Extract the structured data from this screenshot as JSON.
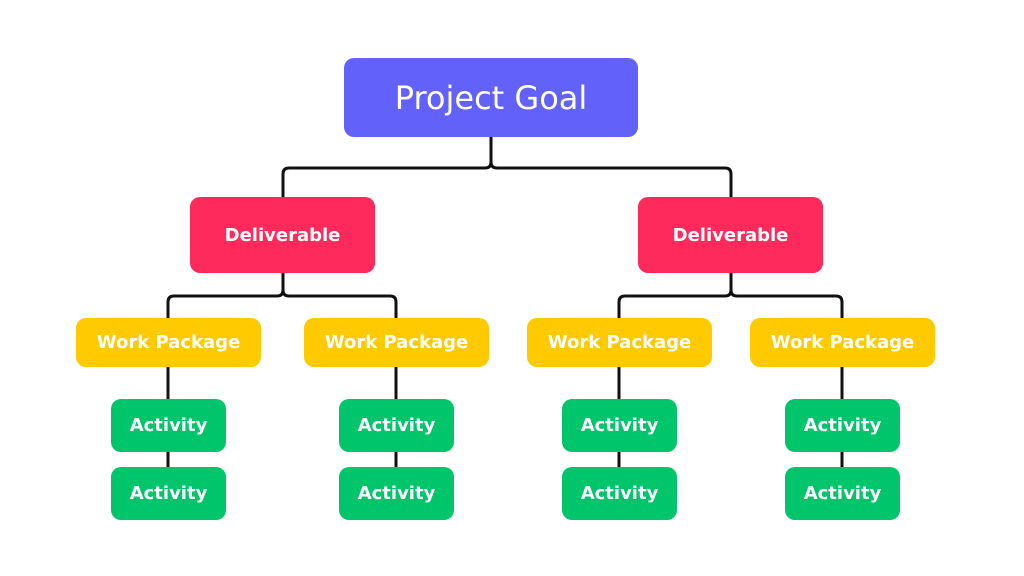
{
  "goal": {
    "label": "Project Goal"
  },
  "deliverables": [
    {
      "label": "Deliverable",
      "work_packages": [
        {
          "label": "Work Package",
          "activities": [
            "Activity",
            "Activity"
          ]
        },
        {
          "label": "Work Package",
          "activities": [
            "Activity",
            "Activity"
          ]
        }
      ]
    },
    {
      "label": "Deliverable",
      "work_packages": [
        {
          "label": "Work Package",
          "activities": [
            "Activity",
            "Activity"
          ]
        },
        {
          "label": "Work Package",
          "activities": [
            "Activity",
            "Activity"
          ]
        }
      ]
    }
  ],
  "colors": {
    "goal": "#6262fb",
    "deliverable": "#ff2a5c",
    "work_package": "#ffca00",
    "activity": "#00c56a",
    "connector": "#111111"
  }
}
